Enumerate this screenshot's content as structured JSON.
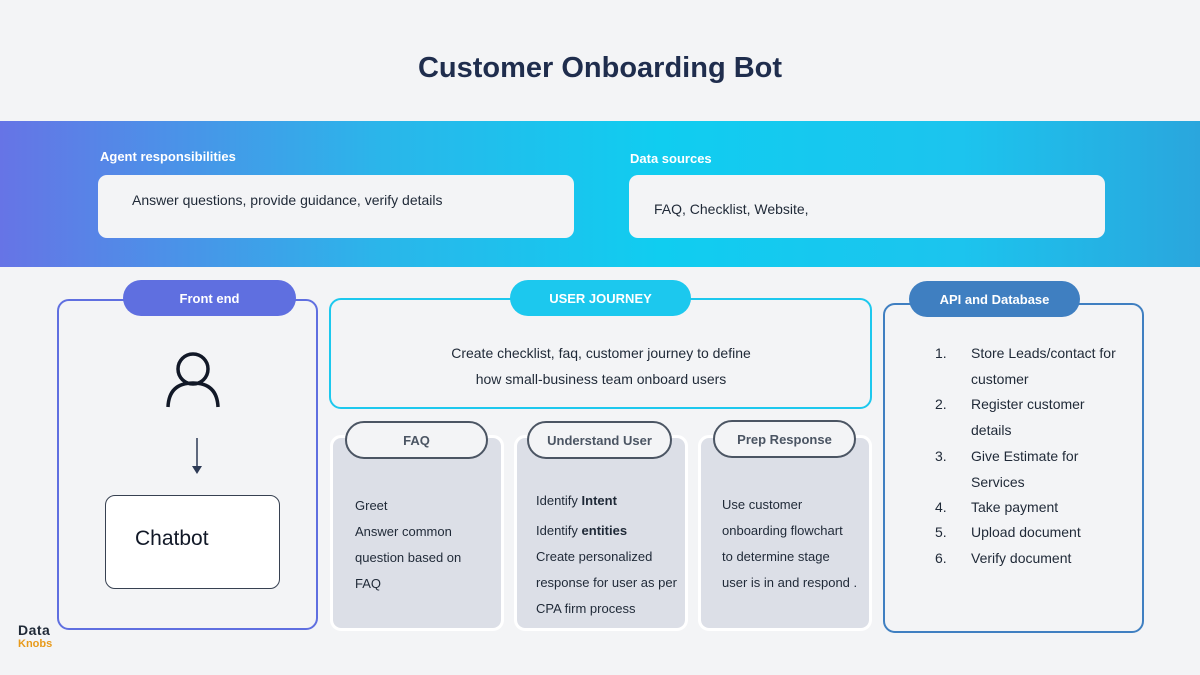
{
  "title": "Customer Onboarding Bot",
  "top": {
    "agent_label": "Agent responsibilities",
    "agent_text": "Answer questions, provide guidance, verify details",
    "sources_label": "Data sources",
    "sources_text": "FAQ, Checklist, Website,"
  },
  "frontend": {
    "label": "Front end",
    "chatbot": "Chatbot"
  },
  "journey": {
    "label": "USER JOURNEY",
    "line1": "Create checklist, faq,  customer journey to define",
    "line2": "how small-business team onboard users"
  },
  "faq": {
    "label": "FAQ",
    "lines": [
      "Greet",
      "Answer common",
      "question based on",
      "FAQ"
    ]
  },
  "understand": {
    "label": "Understand User",
    "l1_pre": "Identify ",
    "l1_bold": "Intent",
    "l2_pre": "Identify ",
    "l2_bold": "entities",
    "lines": [
      "Create personalized",
      "response for user as per",
      "CPA firm process"
    ]
  },
  "prep": {
    "label": "Prep Response",
    "lines": [
      "Use customer",
      "onboarding flowchart",
      "to determine stage",
      "user is in and respond ."
    ]
  },
  "api": {
    "label": "API and Database",
    "items": [
      {
        "num": "1.",
        "text": "Store Leads/contact for customer"
      },
      {
        "num": "2.",
        "text": "Register customer details"
      },
      {
        "num": "3.",
        "text": "Give Estimate for Services"
      },
      {
        "num": "4.",
        "text": "Take payment"
      },
      {
        "num": "5.",
        "text": "Upload document"
      },
      {
        "num": "6.",
        "text": "Verify document"
      }
    ]
  },
  "logo": {
    "top": "Data",
    "bottom": "Knobs"
  },
  "colors": {
    "title": "#1f2d4d",
    "frontend": "#5f6fe0",
    "journey": "#1cc8ee",
    "api": "#3f7fc1",
    "logo_accent": "#e89a1a"
  },
  "icons": [
    "user-icon",
    "arrow-down-icon"
  ]
}
